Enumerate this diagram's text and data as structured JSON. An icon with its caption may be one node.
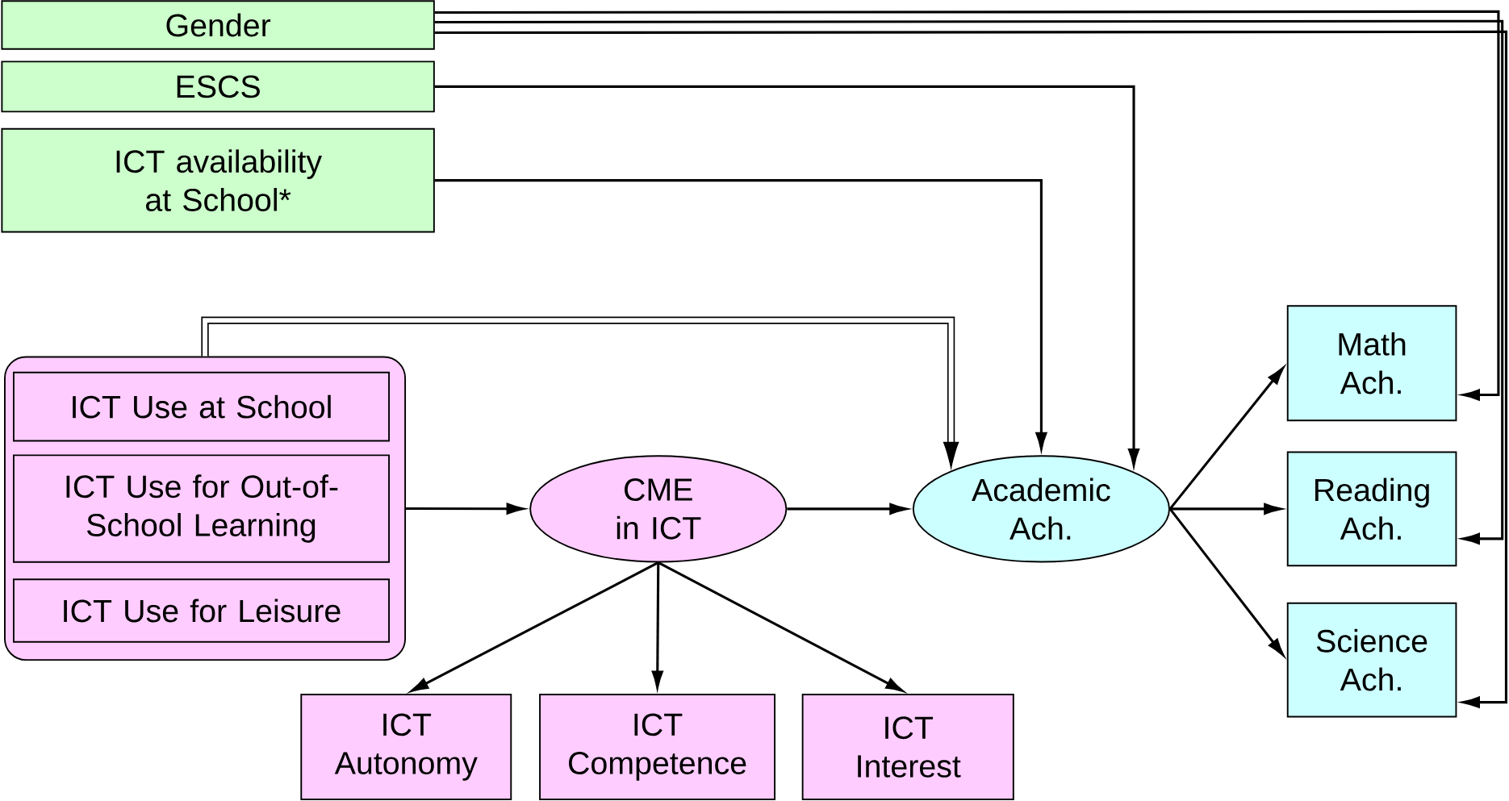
{
  "diagram": {
    "nodes": [
      {
        "text": [
          "Gender"
        ]
      },
      {
        "text": [
          "ESCS"
        ]
      },
      {
        "text": [
          "ICT availability at School*"
        ]
      },
      {
        "text": [],
        "shape": "box"
      },
      {
        "text": [
          "ICT Use at School"
        ],
        "in": 3
      },
      {
        "text": [
          "ICT Use for Out-of-School Learning"
        ],
        "in": 3
      },
      {
        "text": [
          "ICT Use for Leisure"
        ],
        "in": 3
      },
      {
        "text": [
          "CME in ICT"
        ]
      },
      {
        "text": [
          "Academic Ach."
        ]
      },
      {
        "text": [
          "Math Ach."
        ]
      },
      {
        "text": [
          "Reading Ach."
        ]
      },
      {
        "text": [
          "Science Ach."
        ]
      },
      {
        "text": [
          "ICT Autonomy"
        ]
      },
      {
        "text": [
          "ICT Competence"
        ]
      },
      {
        "text": [
          "ICT Interest"
        ]
      }
    ],
    "edges": [
      {
        "from": 0,
        "to": 9,
        "arrow": "to"
      },
      {
        "from": 0,
        "to": 10,
        "arrow": "to"
      },
      {
        "from": 0,
        "to": 11,
        "arrow": "to"
      },
      {
        "from": 1,
        "to": 8,
        "arrow": "to"
      },
      {
        "from": 2,
        "to": 8,
        "arrow": "to"
      },
      {
        "from": 3,
        "to": 8,
        "arrow": "to",
        "style": "thick"
      },
      {
        "from": 3,
        "to": 7,
        "arrow": "to"
      },
      {
        "from": 7,
        "to": 8,
        "arrow": "to"
      },
      {
        "from": 8,
        "to": 9,
        "arrow": "to"
      },
      {
        "from": 8,
        "to": 10,
        "arrow": "to"
      },
      {
        "from": 8,
        "to": 11,
        "arrow": "to"
      },
      {
        "from": 7,
        "to": 12,
        "arrow": "to"
      },
      {
        "from": 7,
        "to": 13,
        "arrow": "to"
      },
      {
        "from": 7,
        "to": 14,
        "arrow": "to"
      }
    ]
  }
}
